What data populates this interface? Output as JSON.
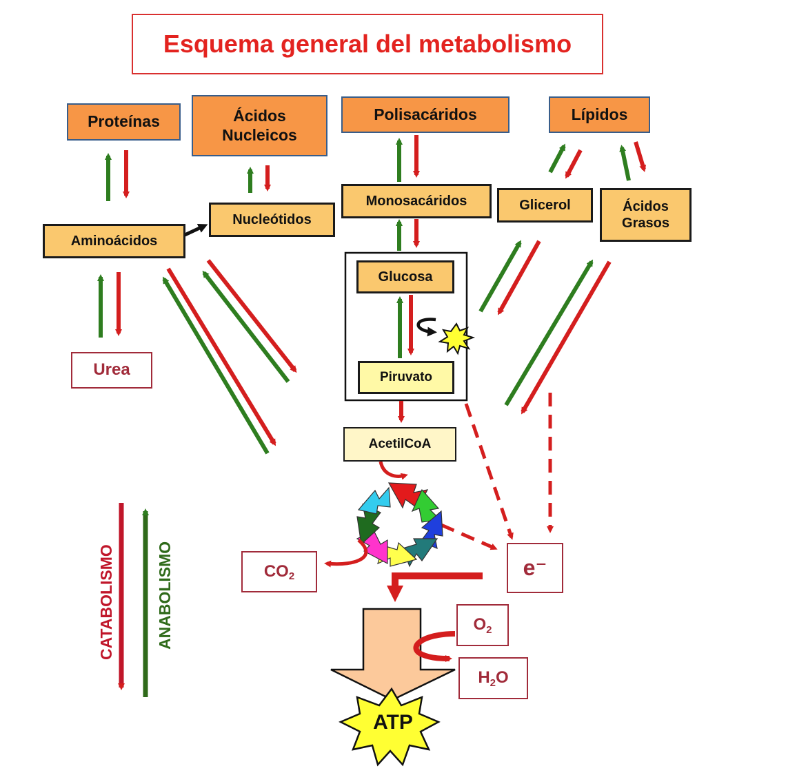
{
  "title": "Esquema general del metabolismo",
  "nodes": {
    "proteinas": "Proteínas",
    "acidos_nucleicos": [
      "Ácidos",
      "Nucleicos"
    ],
    "polisacaridos": "Polisacáridos",
    "lipidos": "Lípidos",
    "aminoacidos": "Aminoácidos",
    "nucleotidos": "Nucleótidos",
    "monosacaridos": "Monosacáridos",
    "glicerol": "Glicerol",
    "acidos_grasos": [
      "Ácidos",
      "Grasos"
    ],
    "glucosa": "Glucosa",
    "piruvato": "Piruvato",
    "urea": "Urea",
    "acetilcoa": "AcetilCoA",
    "co2": {
      "main": "CO",
      "sub": "2"
    },
    "electron": "e⁻",
    "o2": {
      "main": "O",
      "sub": "2"
    },
    "h2o": {
      "pre": "H",
      "sub": "2",
      "post": "O"
    },
    "atp": "ATP"
  },
  "legend": {
    "catabolismo": "CATABOLISMO",
    "anabolismo": "ANABOLISMO"
  },
  "colors": {
    "title_red": "#e3231f",
    "catabolic_red": "#d41e1e",
    "anabolic_green": "#2e7d1f",
    "legend_red": "#c0162a",
    "legend_green": "#2f6a1a",
    "box_orange": "#f79646",
    "box_light_orange": "#fac86e",
    "box_yellow": "#fff9a6",
    "atp_arrow": "#fcc99b",
    "atp_star": "#ffff33"
  }
}
